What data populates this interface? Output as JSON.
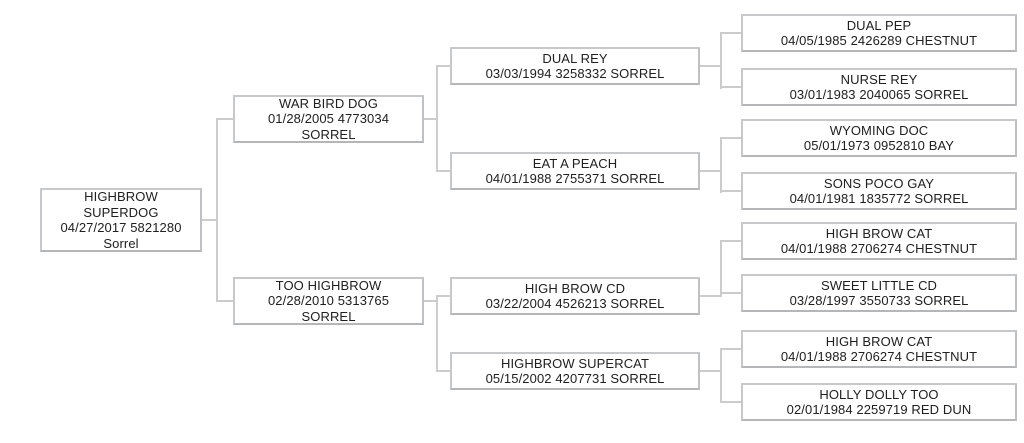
{
  "diagram": {
    "kind": "pedigree-family-tree",
    "background": "#ffffff",
    "box_border_color": "#c6c8ca",
    "connector_color": "#cccccc",
    "text_color": "#202020"
  },
  "nodes": [
    {
      "id": "highbrow-superdog",
      "generation": 1,
      "lines": [
        "HIGHBROW",
        "SUPERDOG",
        "04/27/2017 5821280",
        "Sorrel"
      ]
    },
    {
      "id": "war-bird-dog",
      "generation": 2,
      "lines": [
        "WAR BIRD DOG",
        "01/28/2005 4773034",
        "SORREL"
      ]
    },
    {
      "id": "too-highbrow",
      "generation": 2,
      "lines": [
        "TOO HIGHBROW",
        "02/28/2010 5313765",
        "SORREL"
      ]
    },
    {
      "id": "dual-rey",
      "generation": 3,
      "lines": [
        "DUAL REY",
        "03/03/1994 3258332 SORREL"
      ]
    },
    {
      "id": "eat-a-peach",
      "generation": 3,
      "lines": [
        "EAT A PEACH",
        "04/01/1988 2755371 SORREL"
      ]
    },
    {
      "id": "high-brow-cd",
      "generation": 3,
      "lines": [
        "HIGH BROW CD",
        "03/22/2004 4526213 SORREL"
      ]
    },
    {
      "id": "highbrow-supercat",
      "generation": 3,
      "lines": [
        "HIGHBROW SUPERCAT",
        "05/15/2002 4207731 SORREL"
      ]
    },
    {
      "id": "dual-pep",
      "generation": 4,
      "lines": [
        "DUAL PEP",
        "04/05/1985 2426289 CHESTNUT"
      ]
    },
    {
      "id": "nurse-rey",
      "generation": 4,
      "lines": [
        "NURSE REY",
        "03/01/1983 2040065 SORREL"
      ]
    },
    {
      "id": "wyoming-doc",
      "generation": 4,
      "lines": [
        "WYOMING DOC",
        "05/01/1973 0952810 BAY"
      ]
    },
    {
      "id": "sons-poco-gay",
      "generation": 4,
      "lines": [
        "SONS POCO GAY",
        "04/01/1981 1835772 SORREL"
      ]
    },
    {
      "id": "high-brow-cat-1",
      "generation": 4,
      "lines": [
        "HIGH BROW CAT",
        "04/01/1988 2706274 CHESTNUT"
      ]
    },
    {
      "id": "sweet-little-cd",
      "generation": 4,
      "lines": [
        "SWEET LITTLE CD",
        "03/28/1997 3550733 SORREL"
      ]
    },
    {
      "id": "high-brow-cat-2",
      "generation": 4,
      "lines": [
        "HIGH BROW CAT",
        "04/01/1988 2706274 CHESTNUT"
      ]
    },
    {
      "id": "holly-dolly-too",
      "generation": 4,
      "lines": [
        "HOLLY DOLLY TOO",
        "02/01/1984 2259719 RED DUN"
      ]
    }
  ],
  "edges": [
    [
      "highbrow-superdog",
      "war-bird-dog"
    ],
    [
      "highbrow-superdog",
      "too-highbrow"
    ],
    [
      "war-bird-dog",
      "dual-rey"
    ],
    [
      "war-bird-dog",
      "eat-a-peach"
    ],
    [
      "too-highbrow",
      "high-brow-cd"
    ],
    [
      "too-highbrow",
      "highbrow-supercat"
    ],
    [
      "dual-rey",
      "dual-pep"
    ],
    [
      "dual-rey",
      "nurse-rey"
    ],
    [
      "eat-a-peach",
      "wyoming-doc"
    ],
    [
      "eat-a-peach",
      "sons-poco-gay"
    ],
    [
      "high-brow-cd",
      "high-brow-cat-1"
    ],
    [
      "high-brow-cd",
      "sweet-little-cd"
    ],
    [
      "highbrow-supercat",
      "high-brow-cat-2"
    ],
    [
      "highbrow-supercat",
      "holly-dolly-too"
    ]
  ]
}
